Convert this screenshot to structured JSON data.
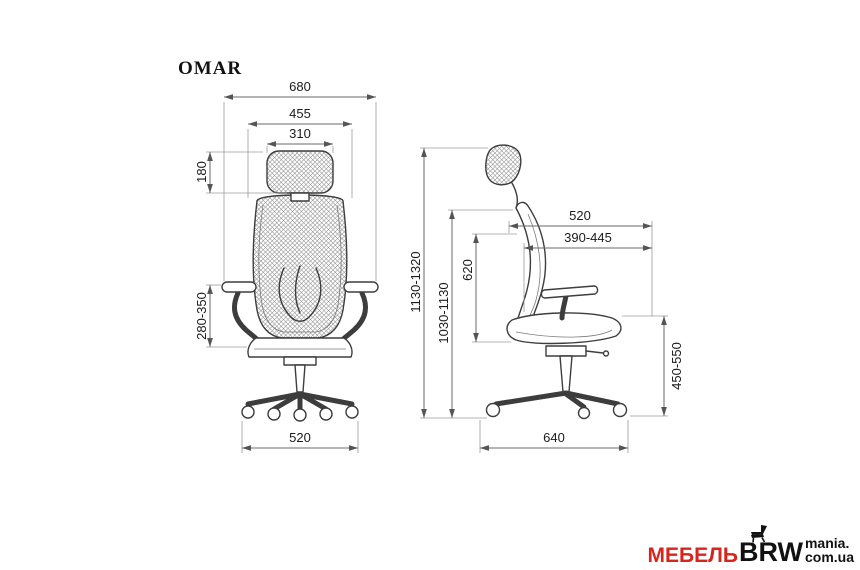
{
  "title": "OMAR",
  "front_view": {
    "overall_width": "680",
    "backrest_width": "455",
    "headrest_width": "310",
    "headrest_height": "180",
    "armrest_height": "280-350",
    "base_width": "520"
  },
  "side_view": {
    "overall_height": "1130-1320",
    "height_without_headrest": "1030-1130",
    "top_depth": "520",
    "seat_depth": "390-445",
    "backrest_height": "620",
    "seat_height": "450-550",
    "base_depth": "640"
  },
  "watermark": {
    "brand_red": "МЕБЕЛЬ",
    "brand_black": "BRW",
    "suffix_line1": "mania.",
    "suffix_line2": "com.ua"
  },
  "colors": {
    "brand_red": "#d7251d",
    "line_color": "#3d3d3d",
    "dimension_color": "#686868"
  }
}
